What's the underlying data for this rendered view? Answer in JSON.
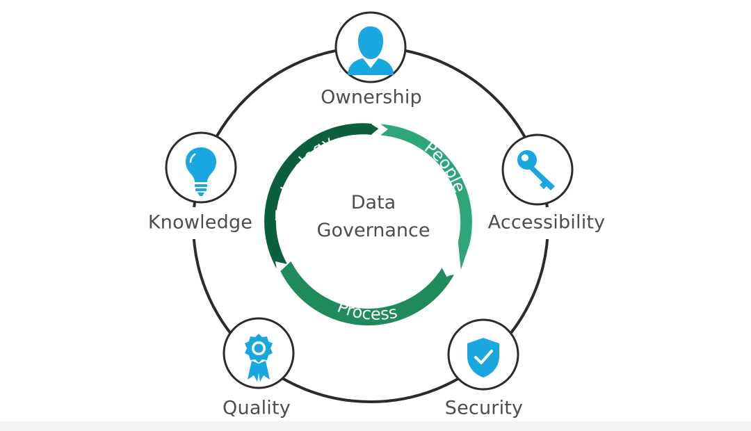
{
  "diagram": {
    "center": {
      "line1": "Data",
      "line2": "Governance"
    },
    "ring": [
      {
        "label": "Technology",
        "color": "#0b5e3e"
      },
      {
        "label": "People",
        "color": "#2fa57a"
      },
      {
        "label": "Process",
        "color": "#1f8a5b"
      }
    ],
    "nodes": [
      {
        "id": "ownership",
        "label": "Ownership",
        "icon": "person-icon"
      },
      {
        "id": "accessibility",
        "label": "Accessibility",
        "icon": "key-icon"
      },
      {
        "id": "security",
        "label": "Security",
        "icon": "shield-check-icon"
      },
      {
        "id": "quality",
        "label": "Quality",
        "icon": "ribbon-badge-icon"
      },
      {
        "id": "knowledge",
        "label": "Knowledge",
        "icon": "lightbulb-icon"
      }
    ],
    "colors": {
      "icon": "#1aa6df",
      "outline": "#2b2b2b",
      "text": "#4d4d4d"
    }
  }
}
